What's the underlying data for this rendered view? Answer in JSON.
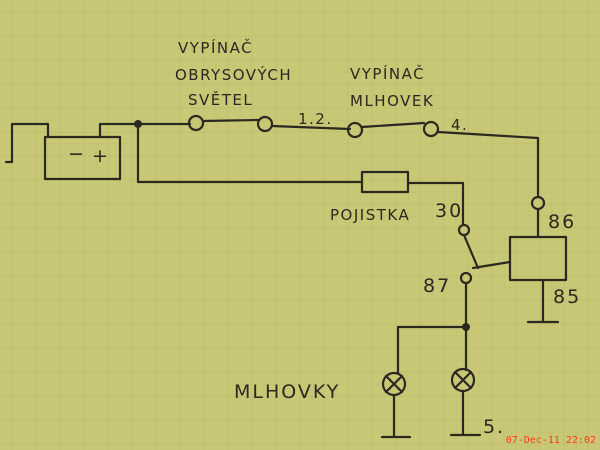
{
  "labels": {
    "switch1_line1": "VYPÍNAČ",
    "switch1_line2": "OBRYSOVÝCH",
    "switch1_line3": "SVĚTEL",
    "switch2_line1": "VYPÍNAČ",
    "switch2_line2": "MLHOVEK",
    "wire_12": "1.2.",
    "wire_4": "4.",
    "fuse": "POJISTKA",
    "relay_30": "30",
    "relay_86": "86",
    "relay_87": "87",
    "relay_85": "85",
    "lamps": "MLHOVKY",
    "wire_5": "5.",
    "battery_minus": "−",
    "battery_plus": "+"
  },
  "timestamp": "07-Dec-11 22:02",
  "colors": {
    "paper": "#c9c877",
    "ink": "#2b2820",
    "timestamp": "#ff3a18"
  }
}
